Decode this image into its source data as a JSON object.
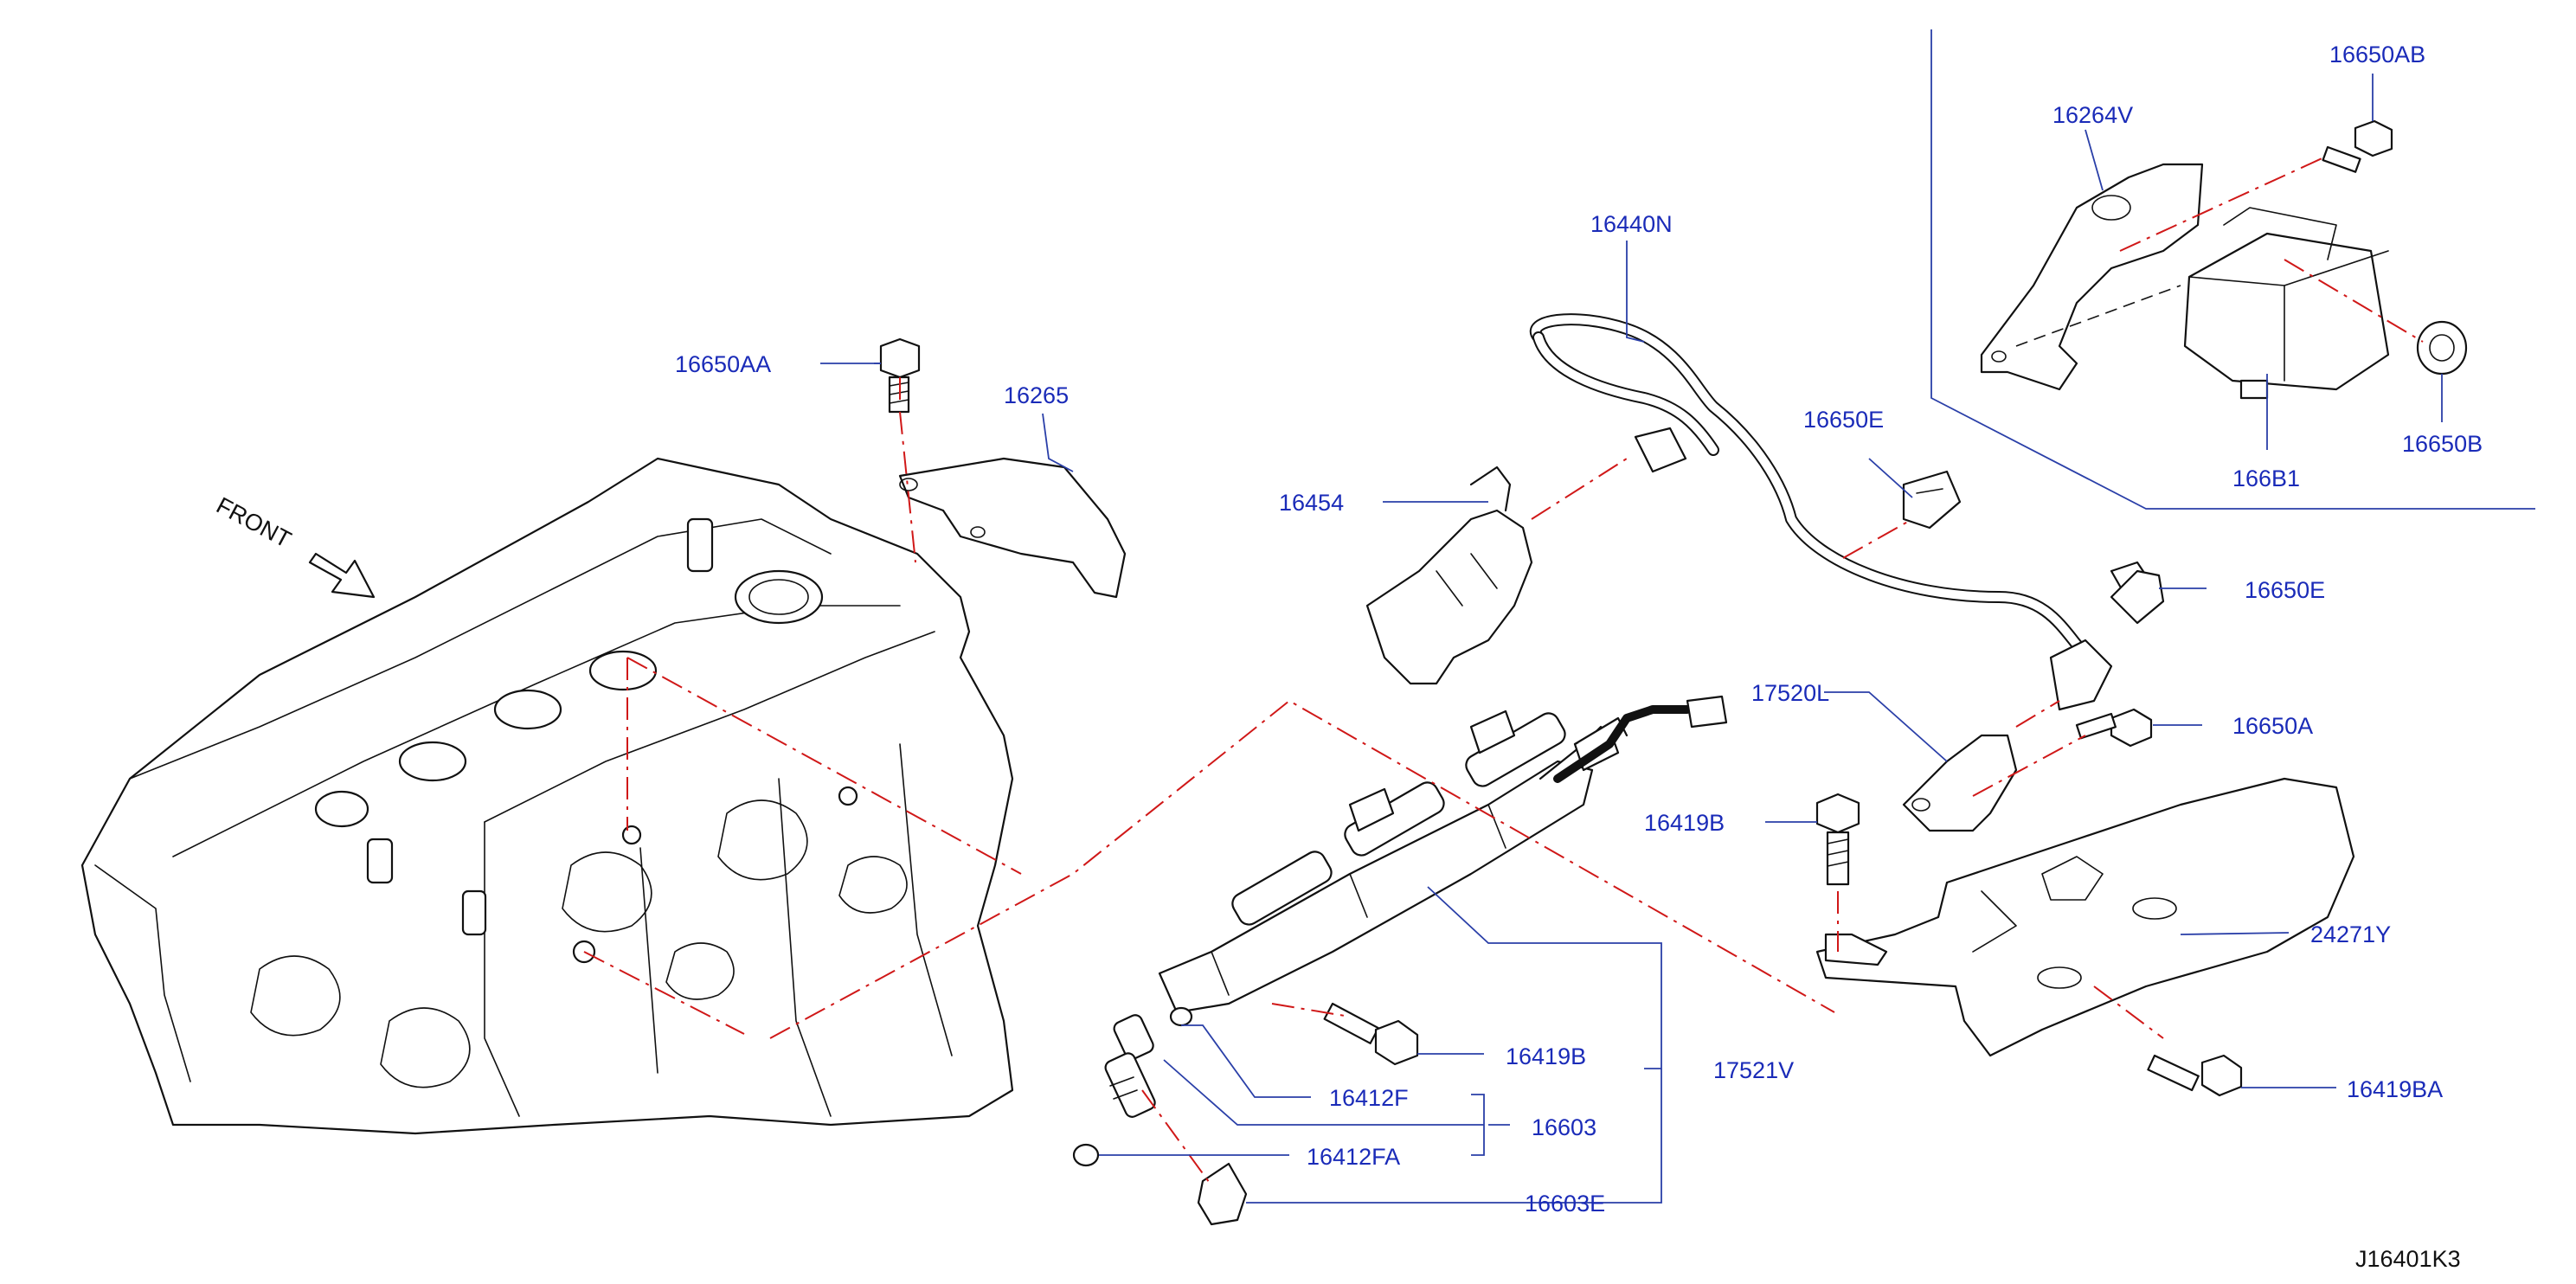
{
  "diagram": {
    "code": "J16401K3",
    "front_label": "FRONT",
    "callouts": {
      "p16650AB": "16650AB",
      "p16264V": "16264V",
      "p16650B": "16650B",
      "p166B1": "166B1",
      "p16440N": "16440N",
      "p16650E_top": "16650E",
      "p16650E_mid": "16650E",
      "p16650AA": "16650AA",
      "p16265": "16265",
      "p16454": "16454",
      "p17520L": "17520L",
      "p16650A": "16650A",
      "p16419B_top": "16419B",
      "p24271Y": "24271Y",
      "p16419B_low": "16419B",
      "p16419BA": "16419BA",
      "p17521V": "17521V",
      "p16412F": "16412F",
      "p16603": "16603",
      "p16412FA": "16412FA",
      "p16603E": "16603E"
    },
    "colors": {
      "label": "#1a2bb8",
      "leader": "#2a3fa8",
      "alignment_line": "#d01818",
      "part_outline": "#111111"
    }
  }
}
